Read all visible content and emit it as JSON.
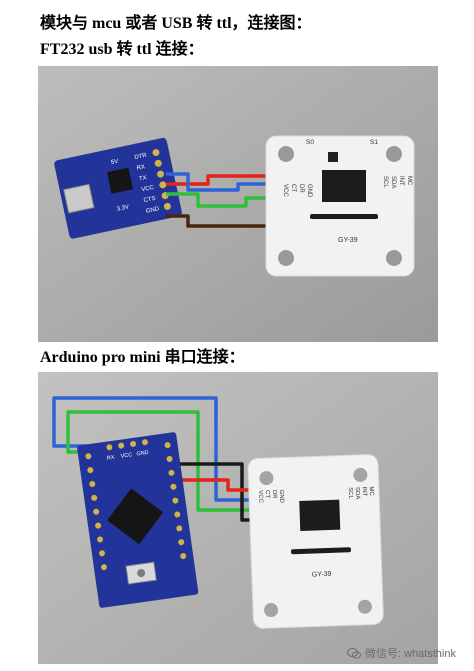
{
  "document": {
    "line1": "模块与 mcu 或者 USB 转 ttl，连接图：",
    "line2": "FT232 usb 转 ttl 连接：",
    "line3": "Arduino pro mini 串口连接："
  },
  "photo1": {
    "ft232_pins": [
      "DTR",
      "RX",
      "TX",
      "VCC",
      "CTS",
      "GND"
    ],
    "ft232_side_labels": [
      "5V",
      "3.3V"
    ],
    "module_top": [
      "S0",
      "S1"
    ],
    "module_left_pins": [
      "VCC",
      "CT",
      "DR",
      "GND"
    ],
    "module_right_pins": [
      "SCL",
      "SDA",
      "INT",
      "MC"
    ],
    "module_name": "GY-39"
  },
  "photo2": {
    "module_left_pins": [
      "VCC",
      "CT",
      "DR",
      "GND"
    ],
    "module_right_pins": [
      "SCL",
      "SDA",
      "INT",
      "MC"
    ],
    "module_name": "GY-39",
    "arduino_header": [
      "RX",
      "VCC",
      "GND"
    ]
  },
  "watermark": {
    "text": "微信号: whatsthink"
  },
  "colors": {
    "wire_red": "#e3231c",
    "wire_blue": "#2e63d6",
    "wire_green": "#2fbf3b",
    "wire_black": "#1a1a1a",
    "wire_brown": "#4a2410",
    "board_blue": "#22349a",
    "module_white": "#f2f2f2"
  }
}
